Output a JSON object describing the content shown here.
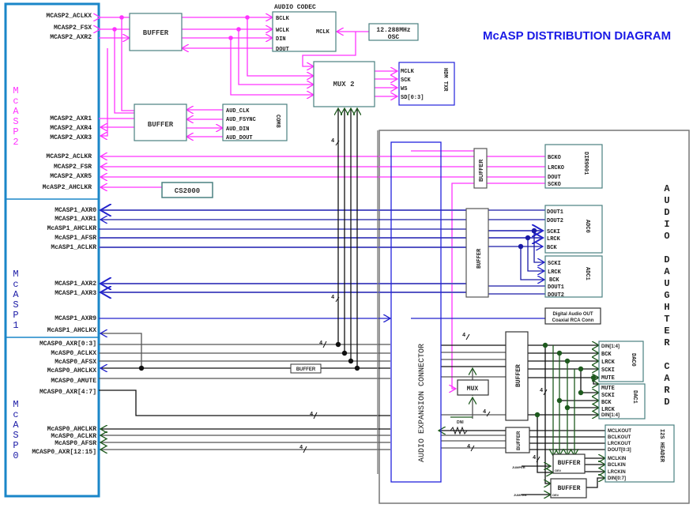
{
  "title": "McASP DISTRIBUTION DIAGRAM",
  "colors": {
    "mcasp2": "#ff33ff",
    "mcasp1": "#1a1aa6",
    "mcasp0": "#111111",
    "green": "#1e5a1e",
    "block_border": "#4a8080",
    "panel_border": "#1a86c8",
    "blue_block": "#2222dd"
  },
  "mcasp2": {
    "name": [
      "M",
      "c",
      "A",
      "S",
      "P",
      "2"
    ],
    "pins": [
      "MCASP2_ACLKX",
      "MCASP2_FSX",
      "MCASP2_AXR2",
      "MCASP2_AXR1",
      "MCASP2_AXR4",
      "MCASP2_AXR3",
      "MCASP2_ACLKR",
      "MCASP2_FSR",
      "MCASP2_AXR5",
      "McASP2_AHCLKR"
    ]
  },
  "mcasp1": {
    "name": [
      "M",
      "c",
      "A",
      "S",
      "P",
      "1"
    ],
    "pins": [
      "MCASP1_AXR0",
      "MCASP1_AXR1",
      "McASP1_AHCLKR",
      "McASP1_AFSR",
      "McASP1_ACLKR",
      "MCASP1_AXR2",
      "MCASP1_AXR3",
      "MCASP1_AXR9",
      "McASP1_AHCLKX"
    ]
  },
  "mcasp0": {
    "name": [
      "M",
      "c",
      "A",
      "S",
      "P",
      "0"
    ],
    "pins": [
      "MCASP0_AXR[0:3]",
      "McASP0_ACLKX",
      "McASP0_AFSX",
      "McASP0_AHCLKX",
      "MCASP0_AMUTE",
      "MCASP0_AXR[4:7]",
      "McASP0_AHCLKR",
      "McASP0_ACLKR",
      "McASP0_AFSR",
      "MCASP0_AXR[12:15]"
    ]
  },
  "blocks": {
    "buffer": "BUFFER",
    "audio_codec": {
      "title": "AUDIO CODEC",
      "pins": [
        "BCLK",
        "WCLK",
        "DIN",
        "DOUT"
      ],
      "mclk": "MCLK"
    },
    "osc": [
      "12.288MHz",
      "OSC"
    ],
    "mux2": "MUX 2",
    "hdmi": {
      "title": "HDM TXR",
      "pins": [
        "MCLK",
        "SCK",
        "WS",
        "SD[0:3]"
      ]
    },
    "com8": {
      "title": "COM8",
      "pins": [
        "AUD_CLK",
        "AUD_FSYNC",
        "AUD_DIN",
        "AUD_DOUT"
      ]
    },
    "cs2000": "CS2000",
    "dir9001": {
      "title": "DIR9001",
      "pins": [
        "BCKO",
        "LRCKO",
        "DOUT",
        "SCKO"
      ]
    },
    "adc0": {
      "title": "ADC0",
      "pins": [
        "DOUT1",
        "DOUT2",
        "SCKI",
        "LRCK",
        "BCK"
      ]
    },
    "adc1": {
      "title": "ADC1",
      "pins": [
        "SCKI",
        "LRCK",
        "BCK",
        "DOUT1",
        "DOUT2"
      ]
    },
    "digital_out": [
      "Digital Audio OUT",
      "Coaxial RCA Conn"
    ],
    "connector": "AUDIO EXPANSION CONNECTOR",
    "mux": "MUX",
    "dni": "DNI",
    "dac0": {
      "title": "DAC0",
      "pins": [
        "DIN[1:4]",
        "BCK",
        "LRCK",
        "SCKI",
        "MUTE"
      ]
    },
    "dac1": {
      "title": "DAC1",
      "pins": [
        "MUTE",
        "SCKI",
        "BCK",
        "LRCK",
        "DIN[1:4]"
      ]
    },
    "i2s": {
      "title": "I2S HEADER",
      "pins": [
        "MCLKOUT",
        "BCLKOUT",
        "LRCKOUT",
        "DOUT[0:3]",
        "MCLKIN",
        "BCLKIN",
        "LRCKIN",
        "DIN[0:7]"
      ]
    },
    "jumper": "JUMPER",
    "oe": "OE#"
  },
  "daughter_card": [
    "A",
    "U",
    "D",
    "I",
    "O",
    "",
    "D",
    "A",
    "U",
    "G",
    "H",
    "T",
    "E",
    "R",
    "",
    "C",
    "A",
    "R",
    "D"
  ],
  "bus_width": "4"
}
